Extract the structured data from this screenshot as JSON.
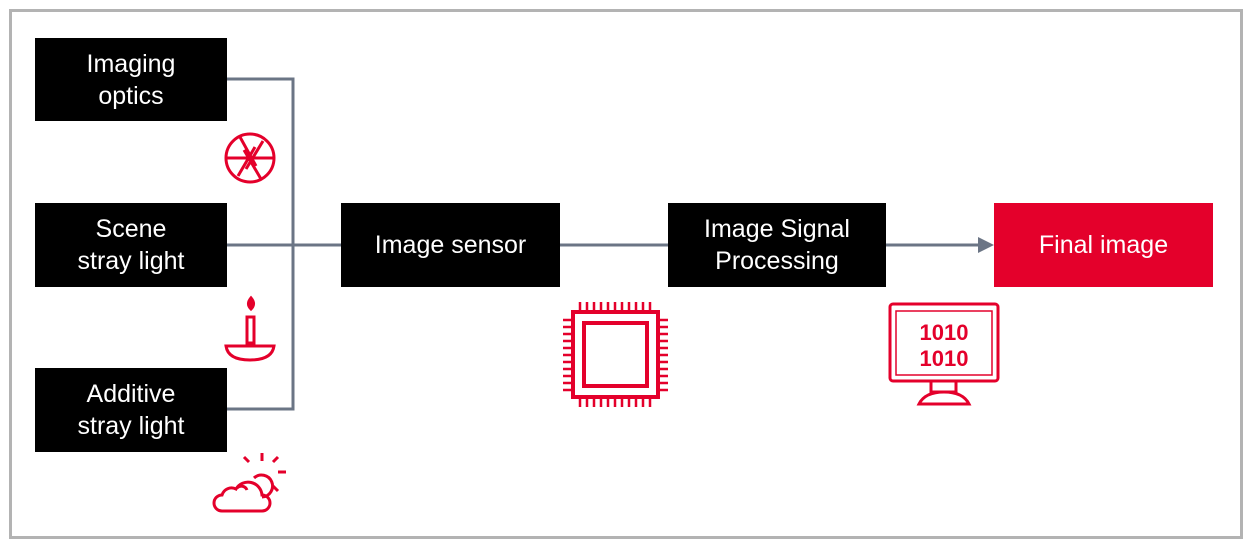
{
  "inputs": [
    {
      "label": "Imaging\noptics",
      "icon": "aperture-icon"
    },
    {
      "label": "Scene\nstray light",
      "icon": "candle-icon"
    },
    {
      "label": "Additive\nstray light",
      "icon": "cloud-sun-icon"
    }
  ],
  "pipeline": [
    {
      "label": "Image sensor",
      "icon": "chip-icon"
    },
    {
      "label": "Image Signal\nProcessing",
      "icon": "monitor-icon"
    },
    {
      "label": "Final image"
    }
  ],
  "monitor_text": [
    "1010",
    "1010"
  ],
  "colors": {
    "accent": "#e4002b",
    "line": "#6b7585",
    "box": "#000000"
  }
}
